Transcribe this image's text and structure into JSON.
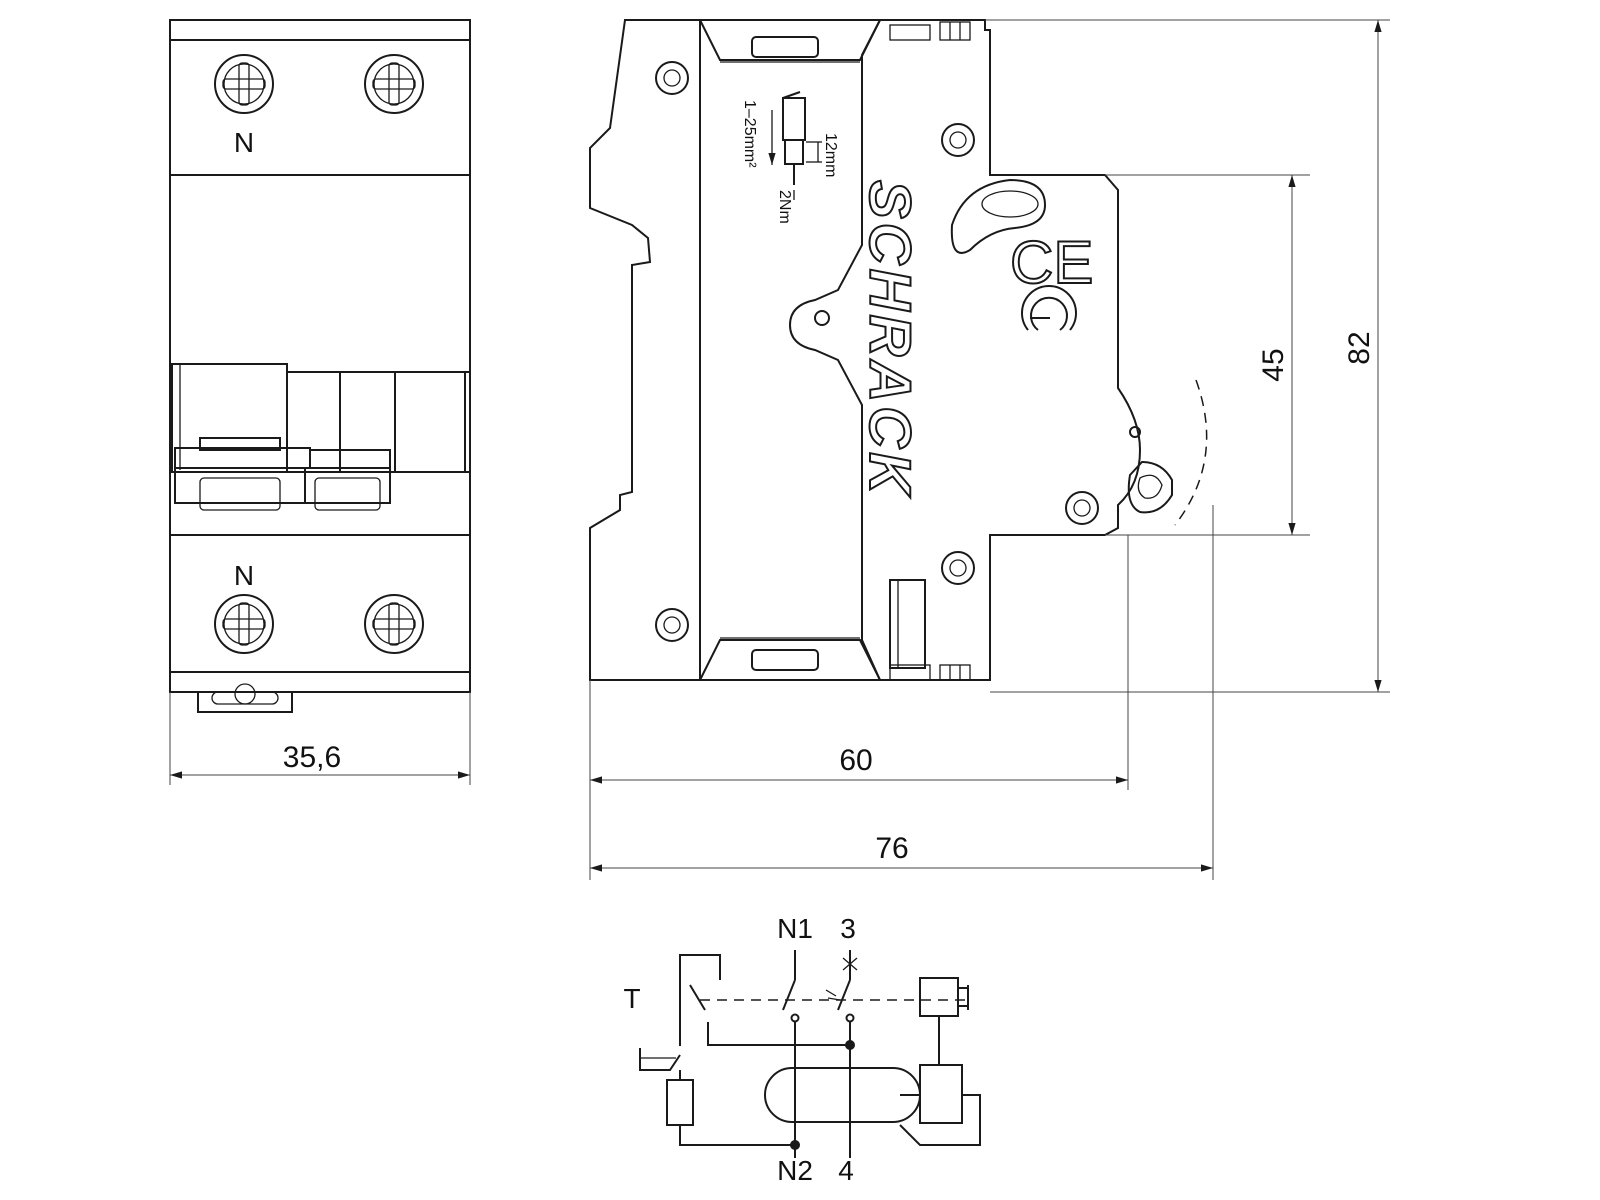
{
  "front_view": {
    "terminal_top_label": "N",
    "terminal_bottom_label": "N",
    "width_dim": "35,6"
  },
  "side_view": {
    "brand": "SCHRACK",
    "ce_mark": "CE",
    "wire_cross_section": "1–25mm²",
    "strip_length": "12mm",
    "torque": "2Nm",
    "dim_height_45": "45",
    "dim_height_82": "82",
    "dim_depth_60": "60",
    "dim_depth_76": "76"
  },
  "schematic": {
    "test_label": "T",
    "terminal_n1": "N1",
    "terminal_3": "3",
    "terminal_n2": "N2",
    "terminal_4": "4"
  }
}
